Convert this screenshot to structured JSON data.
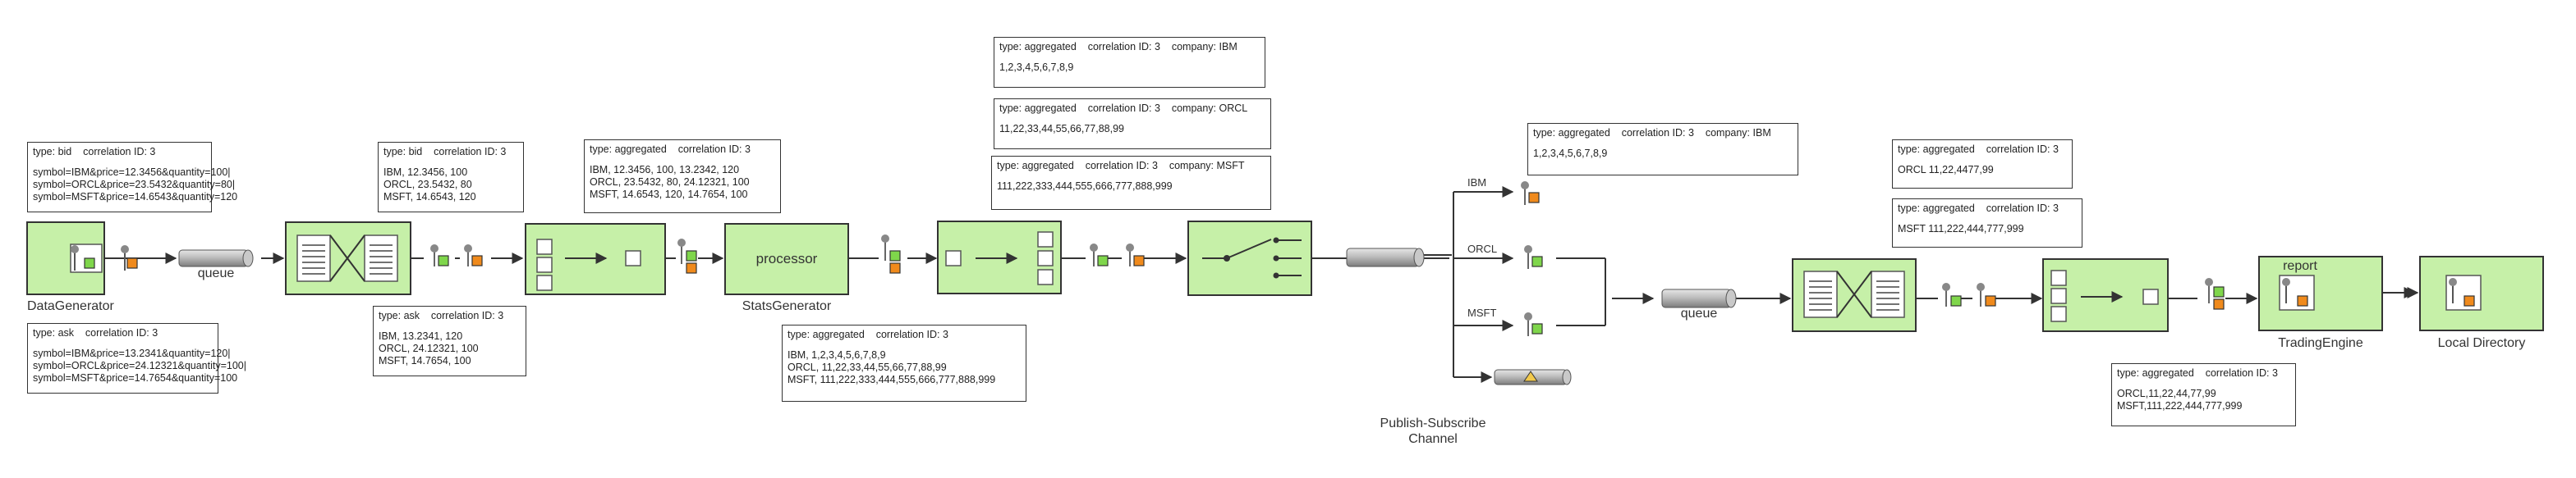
{
  "nodes": {
    "data_generator": "DataGenerator",
    "queue1": "queue",
    "processor": "processor",
    "stats_generator": "StatsGenerator",
    "queue2": "queue",
    "report": "report",
    "trading_engine": "TradingEngine",
    "local_directory": "Local Directory",
    "pubsub_line1": "Publish-Subscribe",
    "pubsub_line2": "Channel"
  },
  "routes": {
    "ibm": "IBM",
    "orcl": "ORCL",
    "msft": "MSFT"
  },
  "messages": {
    "bid_in": {
      "header": "type: bid    correlation ID: 3",
      "lines": [
        "symbol=IBM&price=12.3456&quantity=100|",
        "symbol=ORCL&price=23.5432&quantity=80|",
        "symbol=MSFT&price=14.6543&quantity=120"
      ]
    },
    "ask_in": {
      "header": "type: ask    correlation ID: 3",
      "lines": [
        "symbol=IBM&price=13.2341&quantity=120|",
        "symbol=ORCL&price=24.12321&quantity=100|",
        "symbol=MSFT&price=14.7654&quantity=100"
      ]
    },
    "bid_split": {
      "header": "type: bid    correlation ID: 3",
      "lines": [
        "IBM, 12.3456, 100",
        "ORCL, 23.5432, 80",
        "MSFT, 14.6543, 120"
      ]
    },
    "ask_split": {
      "header": "type: ask    correlation ID: 3",
      "lines": [
        "IBM, 13.2341, 120",
        "ORCL, 24.12321, 100",
        "MSFT, 14.7654, 100"
      ]
    },
    "aggregated_pair": {
      "header": "type: aggregated    correlation ID: 3",
      "lines": [
        "IBM, 12.3456, 100, 13.2342, 120",
        "ORCL, 23.5432, 80, 24.12321, 100",
        "MSFT, 14.6543, 120, 14.7654, 100"
      ]
    },
    "aggregated_stats": {
      "header": "type: aggregated    correlation ID: 3",
      "lines": [
        "IBM, 1,2,3,4,5,6,7,8,9",
        "ORCL, 11,22,33,44,55,66,77,88,99",
        "MSFT, 111,222,333,444,555,666,777,888,999"
      ]
    },
    "split_ibm": {
      "header": "type: aggregated    correlation ID: 3    company: IBM",
      "lines": [
        "1,2,3,4,5,6,7,8,9"
      ]
    },
    "split_orcl": {
      "header": "type: aggregated    correlation ID: 3    company: ORCL",
      "lines": [
        "11,22,33,44,55,66,77,88,99"
      ]
    },
    "split_msft": {
      "header": "type: aggregated    correlation ID: 3    company: MSFT",
      "lines": [
        "111,222,333,444,555,666,777,888,999"
      ]
    },
    "pubsub_ibm": {
      "header": "type: aggregated    correlation ID: 3    company: IBM",
      "lines": [
        "1,2,3,4,5,6,7,8,9"
      ]
    },
    "final_orcl": {
      "header": "type: aggregated    correlation ID: 3",
      "lines": [
        "ORCL 11,22,4477,99"
      ]
    },
    "final_msft": {
      "header": "type: aggregated    correlation ID: 3",
      "lines": [
        "MSFT 111,222,444,777,999"
      ]
    },
    "final_combined": {
      "header": "type: aggregated    correlation ID: 3",
      "lines": [
        "ORCL,11,22,44,77,99",
        "MSFT,111,222,444,777,999"
      ]
    }
  },
  "colors": {
    "component_fill": "#c6f0a8",
    "component_stroke": "#3a3a3a",
    "token_green": "#7fd64b",
    "token_orange": "#f08a1c",
    "line": "#333333"
  }
}
